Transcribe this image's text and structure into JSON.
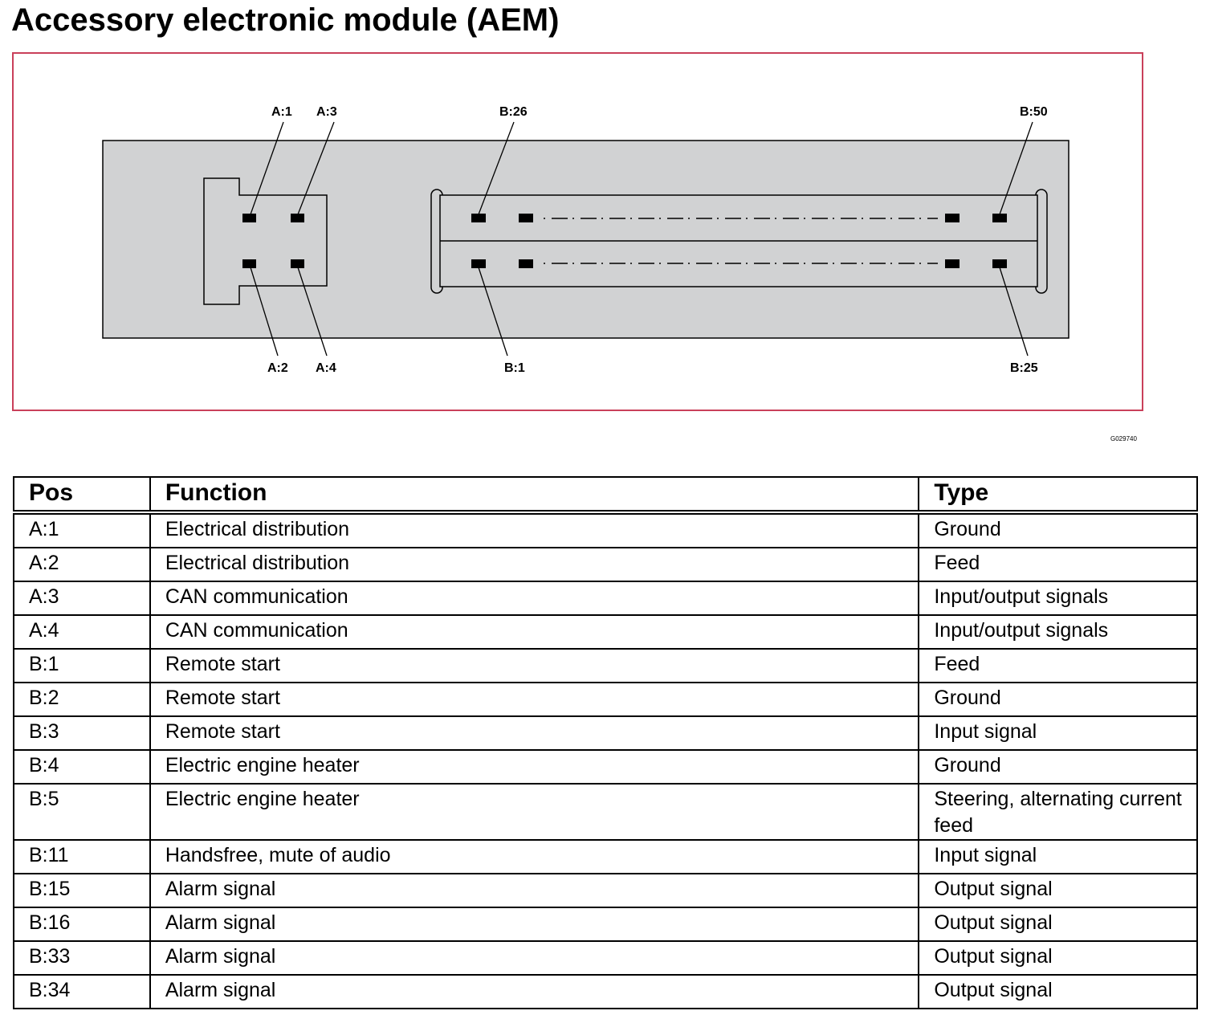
{
  "title": "Accessory electronic module (AEM)",
  "figure_code": "G029740",
  "diagram": {
    "frame_color": "#c9405a",
    "housing_color": "#d1d2d3",
    "labels": {
      "a1": "A:1",
      "a3": "A:3",
      "a2": "A:2",
      "a4": "A:4",
      "b26": "B:26",
      "b50": "B:50",
      "b1": "B:1",
      "b25": "B:25"
    }
  },
  "table": {
    "headers": {
      "pos": "Pos",
      "function": "Function",
      "type": "Type"
    },
    "rows": [
      {
        "pos": "A:1",
        "function": "Electrical distribution",
        "type": "Ground"
      },
      {
        "pos": "A:2",
        "function": "Electrical distribution",
        "type": "Feed"
      },
      {
        "pos": "A:3",
        "function": "CAN communication",
        "type": "Input/output signals"
      },
      {
        "pos": "A:4",
        "function": "CAN communication",
        "type": "Input/output signals"
      },
      {
        "pos": "B:1",
        "function": "Remote start",
        "type": "Feed"
      },
      {
        "pos": "B:2",
        "function": "Remote start",
        "type": "Ground"
      },
      {
        "pos": "B:3",
        "function": "Remote start",
        "type": "Input signal"
      },
      {
        "pos": "B:4",
        "function": "Electric engine heater",
        "type": "Ground"
      },
      {
        "pos": "B:5",
        "function": "Electric engine heater",
        "type": "Steering, alternating current feed"
      },
      {
        "pos": "B:11",
        "function": "Handsfree, mute of audio",
        "type": "Input signal"
      },
      {
        "pos": "B:15",
        "function": "Alarm signal",
        "type": "Output signal"
      },
      {
        "pos": "B:16",
        "function": "Alarm signal",
        "type": "Output signal"
      },
      {
        "pos": "B:33",
        "function": "Alarm signal",
        "type": "Output signal"
      },
      {
        "pos": "B:34",
        "function": "Alarm signal",
        "type": "Output signal"
      }
    ]
  }
}
